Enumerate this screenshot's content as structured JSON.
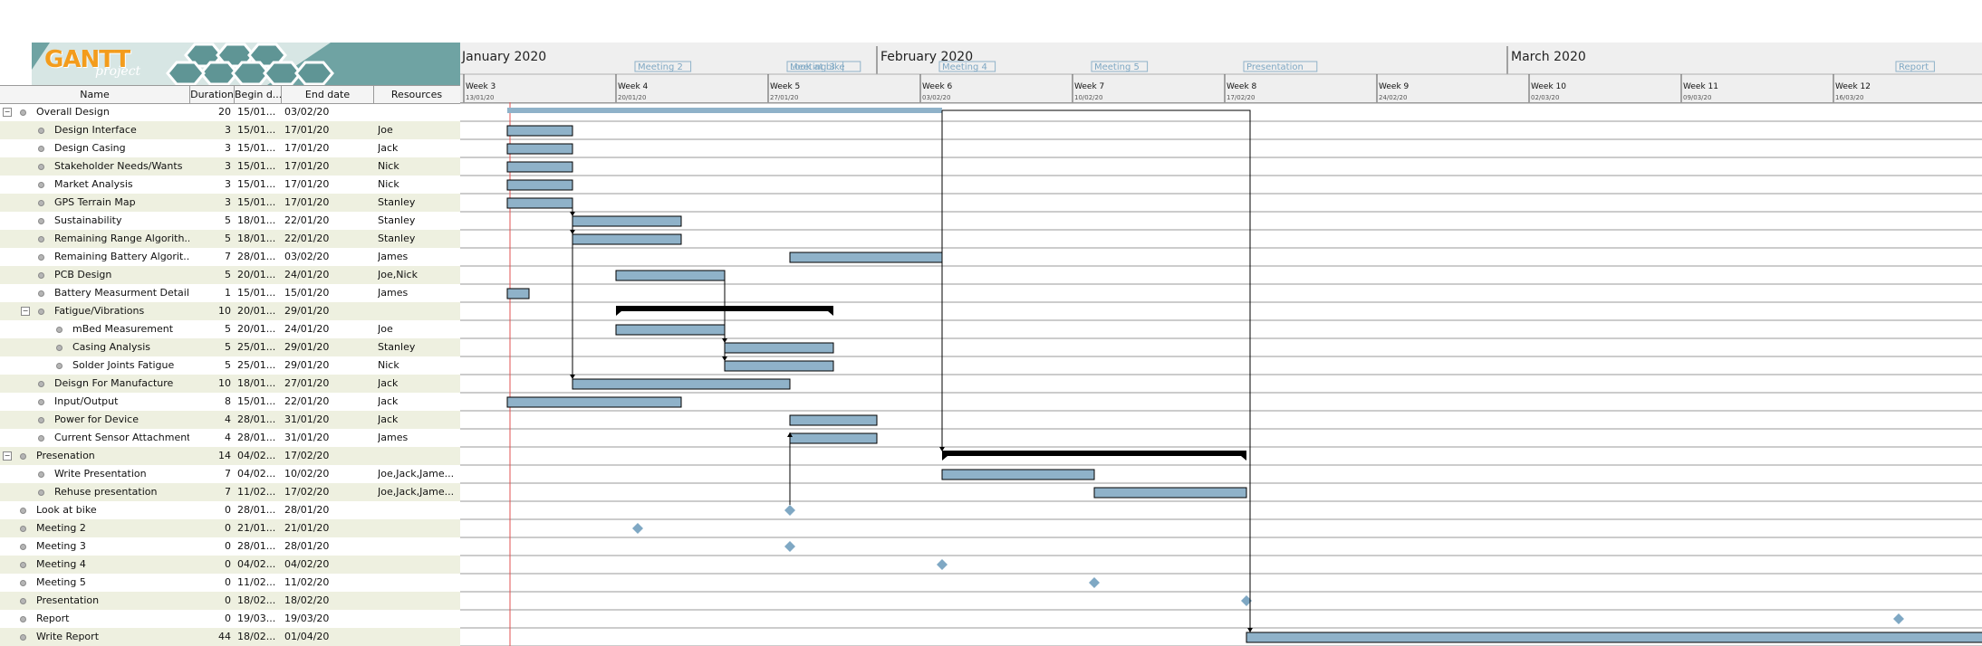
{
  "logo": {
    "word": "GANTT",
    "sub": "project"
  },
  "columns": {
    "name": "Name",
    "duration": "Duration",
    "begin": "Begin d...",
    "end": "End date",
    "resources": "Resources"
  },
  "tasks": [
    {
      "name": "Overall Design",
      "duration": "20",
      "begin": "15/01...",
      "end": "03/02/20",
      "resources": "",
      "level": 0,
      "expander": "−"
    },
    {
      "name": "Design Interface",
      "duration": "3",
      "begin": "15/01...",
      "end": "17/01/20",
      "resources": "Joe",
      "level": 1
    },
    {
      "name": "Design Casing",
      "duration": "3",
      "begin": "15/01...",
      "end": "17/01/20",
      "resources": "Jack",
      "level": 1
    },
    {
      "name": "Stakeholder Needs/Wants",
      "duration": "3",
      "begin": "15/01...",
      "end": "17/01/20",
      "resources": "Nick",
      "level": 1
    },
    {
      "name": "Market Analysis",
      "duration": "3",
      "begin": "15/01...",
      "end": "17/01/20",
      "resources": "Nick",
      "level": 1
    },
    {
      "name": "GPS Terrain Map",
      "duration": "3",
      "begin": "15/01...",
      "end": "17/01/20",
      "resources": "Stanley",
      "level": 1
    },
    {
      "name": "Sustainability",
      "duration": "5",
      "begin": "18/01...",
      "end": "22/01/20",
      "resources": "Stanley",
      "level": 1
    },
    {
      "name": "Remaining Range Algorith...",
      "duration": "5",
      "begin": "18/01...",
      "end": "22/01/20",
      "resources": "Stanley",
      "level": 1
    },
    {
      "name": "Remaining Battery Algorit...",
      "duration": "7",
      "begin": "28/01...",
      "end": "03/02/20",
      "resources": "James",
      "level": 1
    },
    {
      "name": "PCB Design",
      "duration": "5",
      "begin": "20/01...",
      "end": "24/01/20",
      "resources": "Joe,Nick",
      "level": 1
    },
    {
      "name": "Battery Measurment Detail",
      "duration": "1",
      "begin": "15/01...",
      "end": "15/01/20",
      "resources": "James",
      "level": 1
    },
    {
      "name": "Fatigue/Vibrations",
      "duration": "10",
      "begin": "20/01...",
      "end": "29/01/20",
      "resources": "",
      "level": 1,
      "expander": "−"
    },
    {
      "name": "mBed Measurement",
      "duration": "5",
      "begin": "20/01...",
      "end": "24/01/20",
      "resources": "Joe",
      "level": 2
    },
    {
      "name": "Casing Analysis",
      "duration": "5",
      "begin": "25/01...",
      "end": "29/01/20",
      "resources": "Stanley",
      "level": 2
    },
    {
      "name": "Solder Joints Fatigue",
      "duration": "5",
      "begin": "25/01...",
      "end": "29/01/20",
      "resources": "Nick",
      "level": 2
    },
    {
      "name": "Deisgn For Manufacture",
      "duration": "10",
      "begin": "18/01...",
      "end": "27/01/20",
      "resources": "Jack",
      "level": 1
    },
    {
      "name": "Input/Output",
      "duration": "8",
      "begin": "15/01...",
      "end": "22/01/20",
      "resources": "Jack",
      "level": 1
    },
    {
      "name": "Power for Device",
      "duration": "4",
      "begin": "28/01...",
      "end": "31/01/20",
      "resources": "Jack",
      "level": 1
    },
    {
      "name": "Current Sensor Attachment",
      "duration": "4",
      "begin": "28/01...",
      "end": "31/01/20",
      "resources": "James",
      "level": 1
    },
    {
      "name": "Presenation",
      "duration": "14",
      "begin": "04/02...",
      "end": "17/02/20",
      "resources": "",
      "level": 0,
      "expander": "−"
    },
    {
      "name": "Write Presentation",
      "duration": "7",
      "begin": "04/02...",
      "end": "10/02/20",
      "resources": "Joe,Jack,Jame...",
      "level": 1
    },
    {
      "name": "Rehuse presentation",
      "duration": "7",
      "begin": "11/02...",
      "end": "17/02/20",
      "resources": "Joe,Jack,Jame...",
      "level": 1
    },
    {
      "name": "Look at bike",
      "duration": "0",
      "begin": "28/01...",
      "end": "28/01/20",
      "resources": "",
      "level": 0
    },
    {
      "name": "Meeting 2",
      "duration": "0",
      "begin": "21/01...",
      "end": "21/01/20",
      "resources": "",
      "level": 0
    },
    {
      "name": "Meeting 3",
      "duration": "0",
      "begin": "28/01...",
      "end": "28/01/20",
      "resources": "",
      "level": 0
    },
    {
      "name": "Meeting 4",
      "duration": "0",
      "begin": "04/02...",
      "end": "04/02/20",
      "resources": "",
      "level": 0
    },
    {
      "name": "Meeting 5",
      "duration": "0",
      "begin": "11/02...",
      "end": "11/02/20",
      "resources": "",
      "level": 0
    },
    {
      "name": "Presentation",
      "duration": "0",
      "begin": "18/02...",
      "end": "18/02/20",
      "resources": "",
      "level": 0
    },
    {
      "name": "Report",
      "duration": "0",
      "begin": "19/03...",
      "end": "19/03/20",
      "resources": "",
      "level": 0
    },
    {
      "name": "Write Report",
      "duration": "44",
      "begin": "18/02...",
      "end": "01/04/20",
      "resources": "",
      "level": 0
    }
  ],
  "timeline": {
    "months": [
      "January 2020",
      "February 2020",
      "March 2020"
    ],
    "weeks": [
      {
        "label": "Week 3",
        "date": "13/01/20"
      },
      {
        "label": "Week 4",
        "date": "20/01/20"
      },
      {
        "label": "Week 5",
        "date": "27/01/20"
      },
      {
        "label": "Week 6",
        "date": "03/02/20"
      },
      {
        "label": "Week 7",
        "date": "10/02/20"
      },
      {
        "label": "Week 8",
        "date": "17/02/20"
      },
      {
        "label": "Week 9",
        "date": "24/02/20"
      },
      {
        "label": "Week 10",
        "date": "02/03/20"
      },
      {
        "label": "Week 11",
        "date": "09/03/20"
      },
      {
        "label": "Week 12",
        "date": "16/03/20"
      }
    ],
    "milestone_labels": [
      "Meeting 2",
      "Meeting 3",
      "Look at bike",
      "Meeting 4",
      "Meeting 5",
      "Presentation",
      "Report"
    ],
    "today_marker": "15/01/20"
  },
  "colors": {
    "bar": "#8fb2c9",
    "summary": "#000000",
    "today": "#e05050",
    "milestone": "#7fa8c4",
    "alt_row": "#eef0e0",
    "logo": "#6fa3a3"
  }
}
